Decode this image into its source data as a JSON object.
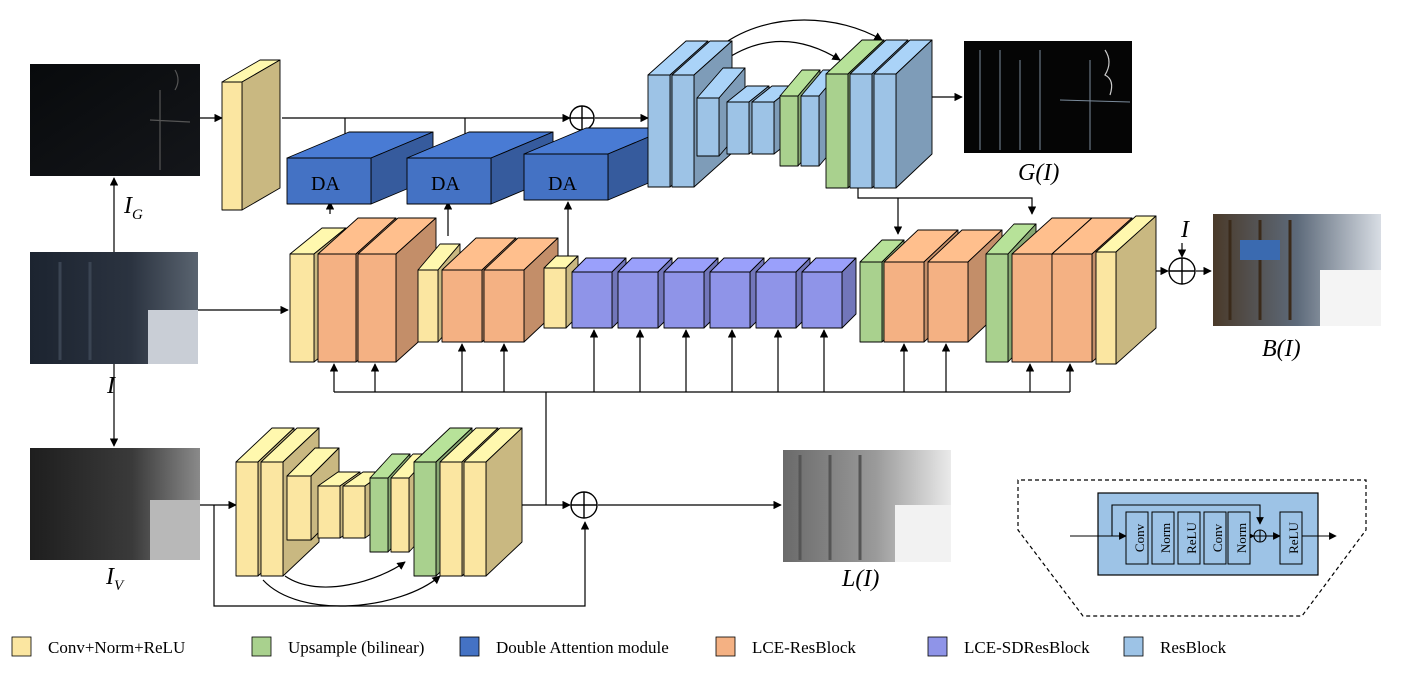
{
  "colors": {
    "conv": "#fbe6a1",
    "upsample": "#a9d18e",
    "double_attention": "#4472c4",
    "lce_resblock": "#f4b183",
    "lce_sdresblock": "#8f94e8",
    "resblock": "#9dc3e6"
  },
  "legend": [
    {
      "key": "conv",
      "label": "Conv+Norm+ReLU"
    },
    {
      "key": "upsample",
      "label": "Upsample (bilinear)"
    },
    {
      "key": "double_attention",
      "label": "Double Attention module"
    },
    {
      "key": "lce_resblock",
      "label": "LCE-ResBlock"
    },
    {
      "key": "lce_sdresblock",
      "label": "LCE-SDResBlock"
    },
    {
      "key": "resblock",
      "label": "ResBlock"
    }
  ],
  "labels": {
    "ig_main": "I",
    "ig_sub": "G",
    "i_main": "I",
    "iv_main": "I",
    "iv_sub": "V",
    "gi": "G(I)",
    "bi": "B(I)",
    "li": "L(I)",
    "i_top": "I",
    "da": "DA"
  },
  "resblock_inner": [
    "Conv",
    "Norm",
    "ReLU",
    "Conv",
    "Norm",
    "ReLU"
  ],
  "images": [
    {
      "name": "image-ig",
      "tone": "dark"
    },
    {
      "name": "image-i",
      "tone": "dim"
    },
    {
      "name": "image-iv",
      "tone": "gray"
    },
    {
      "name": "image-gi",
      "tone": "edges"
    },
    {
      "name": "image-bi",
      "tone": "bright"
    },
    {
      "name": "image-li",
      "tone": "gray-bright"
    }
  ]
}
